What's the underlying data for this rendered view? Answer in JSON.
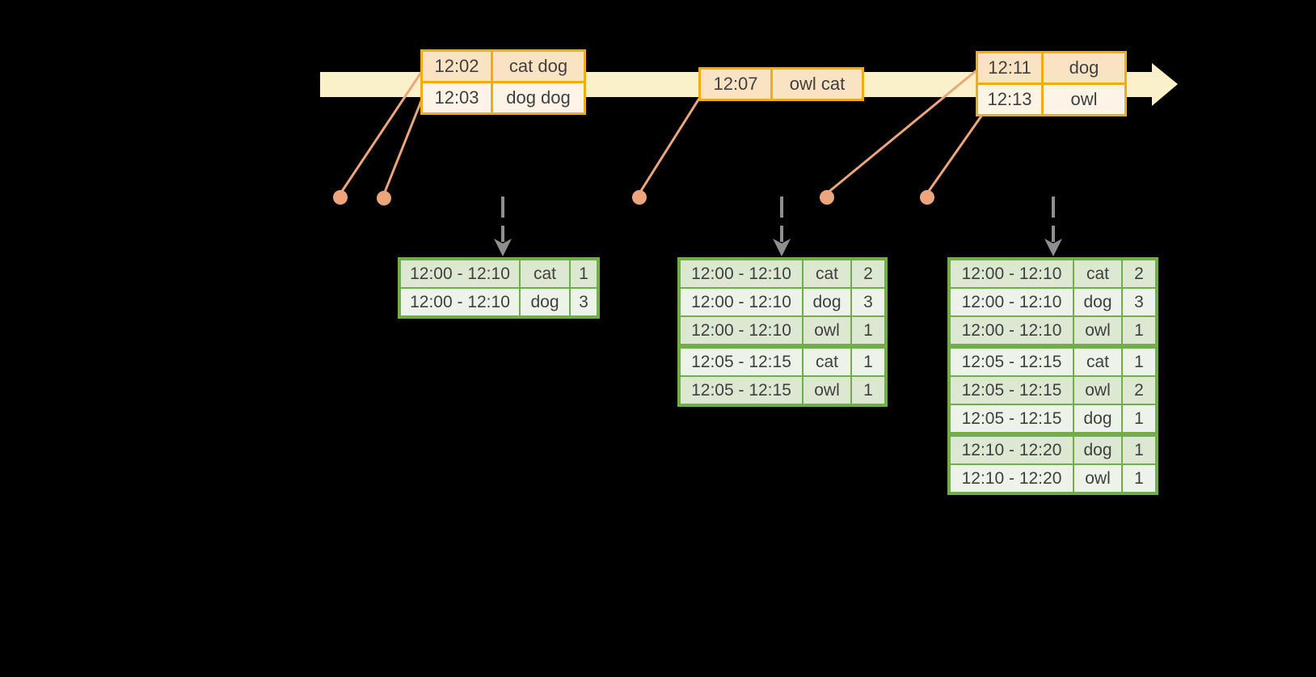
{
  "colors": {
    "background": "#000000",
    "timeline_fill": "#FAF0CA",
    "event_border": "#F0AD0B",
    "event_row_dark": "#FAE3C2",
    "event_row_light": "#FDF4E7",
    "connector": "#EDA67B",
    "trigger_arrow": "#8F8F8F",
    "result_border": "#72AD4B",
    "result_row_dark": "#DCE8D2",
    "result_row_light": "#EEF3EA",
    "table_text": "#404040"
  },
  "event_tables": [
    {
      "id": "events-1202",
      "rows": [
        {
          "time": "12:02",
          "words": "cat dog"
        },
        {
          "time": "12:03",
          "words": "dog dog"
        }
      ]
    },
    {
      "id": "events-1207",
      "rows": [
        {
          "time": "12:07",
          "words": "owl cat"
        }
      ]
    },
    {
      "id": "events-1211",
      "rows": [
        {
          "time": "12:11",
          "words": "dog"
        },
        {
          "time": "12:13",
          "words": "owl"
        }
      ]
    }
  ],
  "result_tables": [
    {
      "id": "result-1",
      "group_breaks": [],
      "rows": [
        {
          "window": "12:00 - 12:10",
          "word": "cat",
          "count": "1"
        },
        {
          "window": "12:00 - 12:10",
          "word": "dog",
          "count": "3"
        }
      ]
    },
    {
      "id": "result-2",
      "group_breaks": [
        3
      ],
      "rows": [
        {
          "window": "12:00 - 12:10",
          "word": "cat",
          "count": "2"
        },
        {
          "window": "12:00 - 12:10",
          "word": "dog",
          "count": "3"
        },
        {
          "window": "12:00 - 12:10",
          "word": "owl",
          "count": "1"
        },
        {
          "window": "12:05 - 12:15",
          "word": "cat",
          "count": "1"
        },
        {
          "window": "12:05 - 12:15",
          "word": "owl",
          "count": "1"
        }
      ]
    },
    {
      "id": "result-3",
      "group_breaks": [
        3,
        6
      ],
      "rows": [
        {
          "window": "12:00 - 12:10",
          "word": "cat",
          "count": "2"
        },
        {
          "window": "12:00 - 12:10",
          "word": "dog",
          "count": "3"
        },
        {
          "window": "12:00 - 12:10",
          "word": "owl",
          "count": "1"
        },
        {
          "window": "12:05 - 12:15",
          "word": "cat",
          "count": "1"
        },
        {
          "window": "12:05 - 12:15",
          "word": "owl",
          "count": "2"
        },
        {
          "window": "12:05 - 12:15",
          "word": "dog",
          "count": "1"
        },
        {
          "window": "12:10 - 12:20",
          "word": "dog",
          "count": "1"
        },
        {
          "window": "12:10 - 12:20",
          "word": "owl",
          "count": "1"
        }
      ]
    }
  ]
}
